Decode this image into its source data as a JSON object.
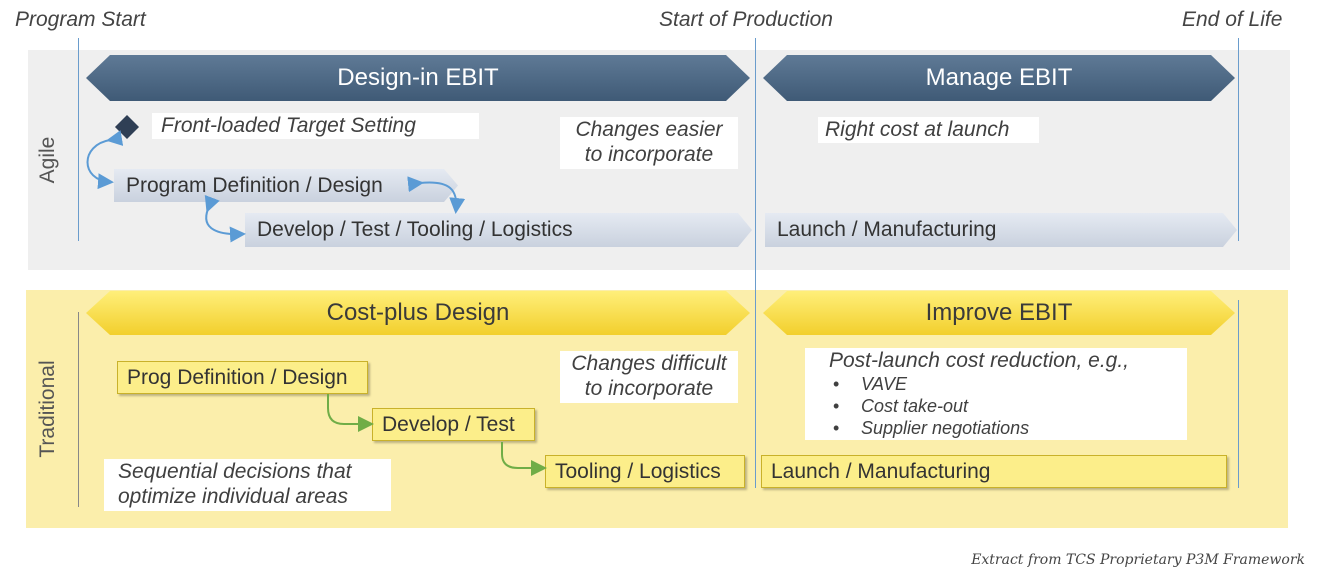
{
  "milestones": {
    "start": "Program Start",
    "sop": "Start of Production",
    "eol": "End of Life"
  },
  "agile": {
    "label": "Agile",
    "phase_left": "Design-in EBIT",
    "phase_right": "Manage EBIT",
    "note_target": "Front-loaded Target Setting",
    "note_changes": [
      "Changes easier",
      "to incorporate"
    ],
    "note_cost": "Right cost at launch",
    "step_1": "Program Definition / Design",
    "step_2": "Develop / Test / Tooling / Logistics",
    "step_3": "Launch / Manufacturing",
    "colors": {
      "band": "#efefef",
      "phase": "#4a6684",
      "arrow": "#5b9bd5"
    }
  },
  "traditional": {
    "label": "Traditional",
    "phase_left": "Cost-plus Design",
    "phase_right": "Improve EBIT",
    "note_changes": [
      "Changes difficult",
      "to incorporate"
    ],
    "note_post": "Post-launch cost reduction, e.g.,",
    "post_items": [
      "VAVE",
      "Cost take-out",
      "Supplier negotiations"
    ],
    "note_sequential": [
      "Sequential decisions that",
      "optimize individual areas"
    ],
    "step_1": "Prog Definition / Design",
    "step_2": "Develop / Test",
    "step_3": "Tooling / Logistics",
    "step_4": "Launch / Manufacturing",
    "colors": {
      "band": "#fbeeab",
      "phase": "#f6d940",
      "arrow": "#70ad47"
    }
  },
  "footer": "Extract from TCS Proprietary P3M Framework"
}
